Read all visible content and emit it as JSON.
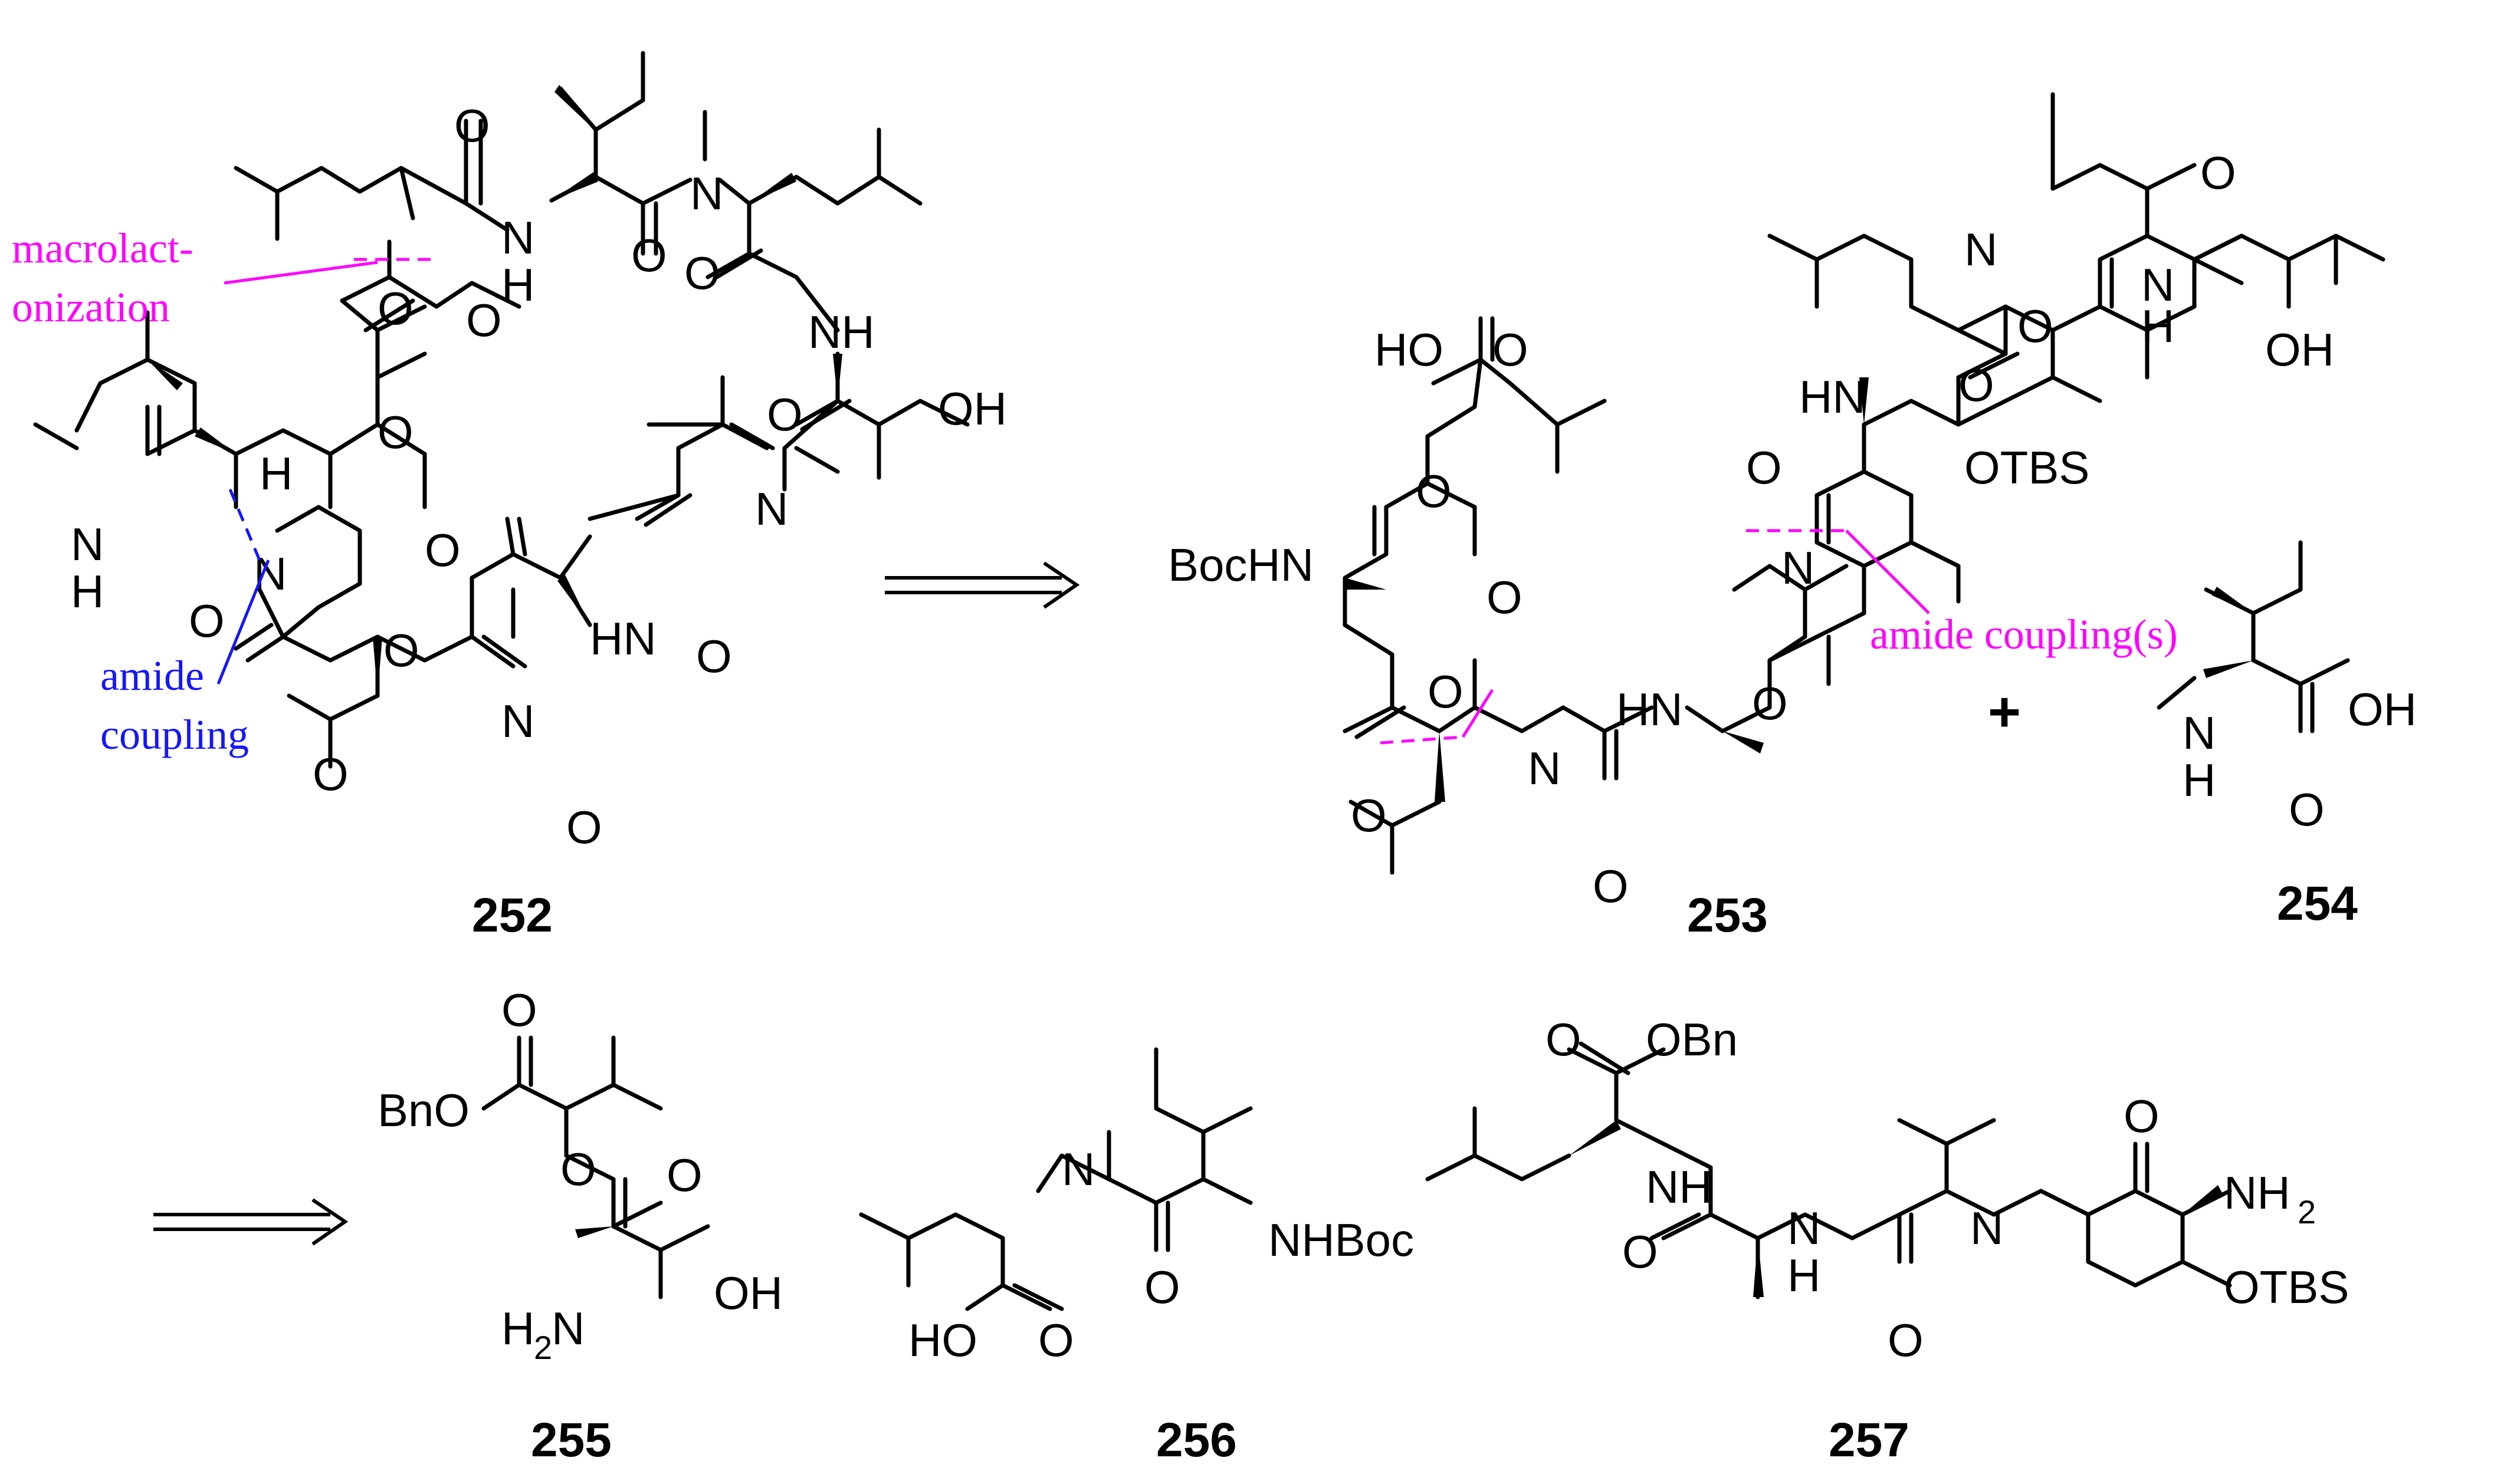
{
  "compounds": {
    "c252": "252",
    "c253": "253",
    "c254": "254",
    "c255": "255",
    "c256": "256",
    "c257": "257"
  },
  "annotations": {
    "macrolactonization_line1": "macrolact-",
    "macrolactonization_line2": "onization",
    "amide_coupling_line1": "amide",
    "amide_coupling_line2": "coupling",
    "amide_couplings": "amide coupling(s)"
  },
  "atoms": {
    "O": "O",
    "N": "N",
    "NH": "NH",
    "H": "H",
    "HN": "HN",
    "OH": "OH",
    "HO": "HO",
    "OTBS": "OTBS",
    "BocHN": "BocHN",
    "NHBoc": "NHBoc",
    "OBn": "OBn",
    "BnO": "BnO",
    "H2N_H": "H",
    "H2N_sub": "2",
    "H2N_N": "N",
    "NH2_N": "NH",
    "NH2_sub": "2"
  },
  "plus_sign": "+",
  "colors": {
    "macrolactonization": "#ff00ff",
    "amide_coupling": "#1515ff",
    "bonds": "#000000"
  }
}
